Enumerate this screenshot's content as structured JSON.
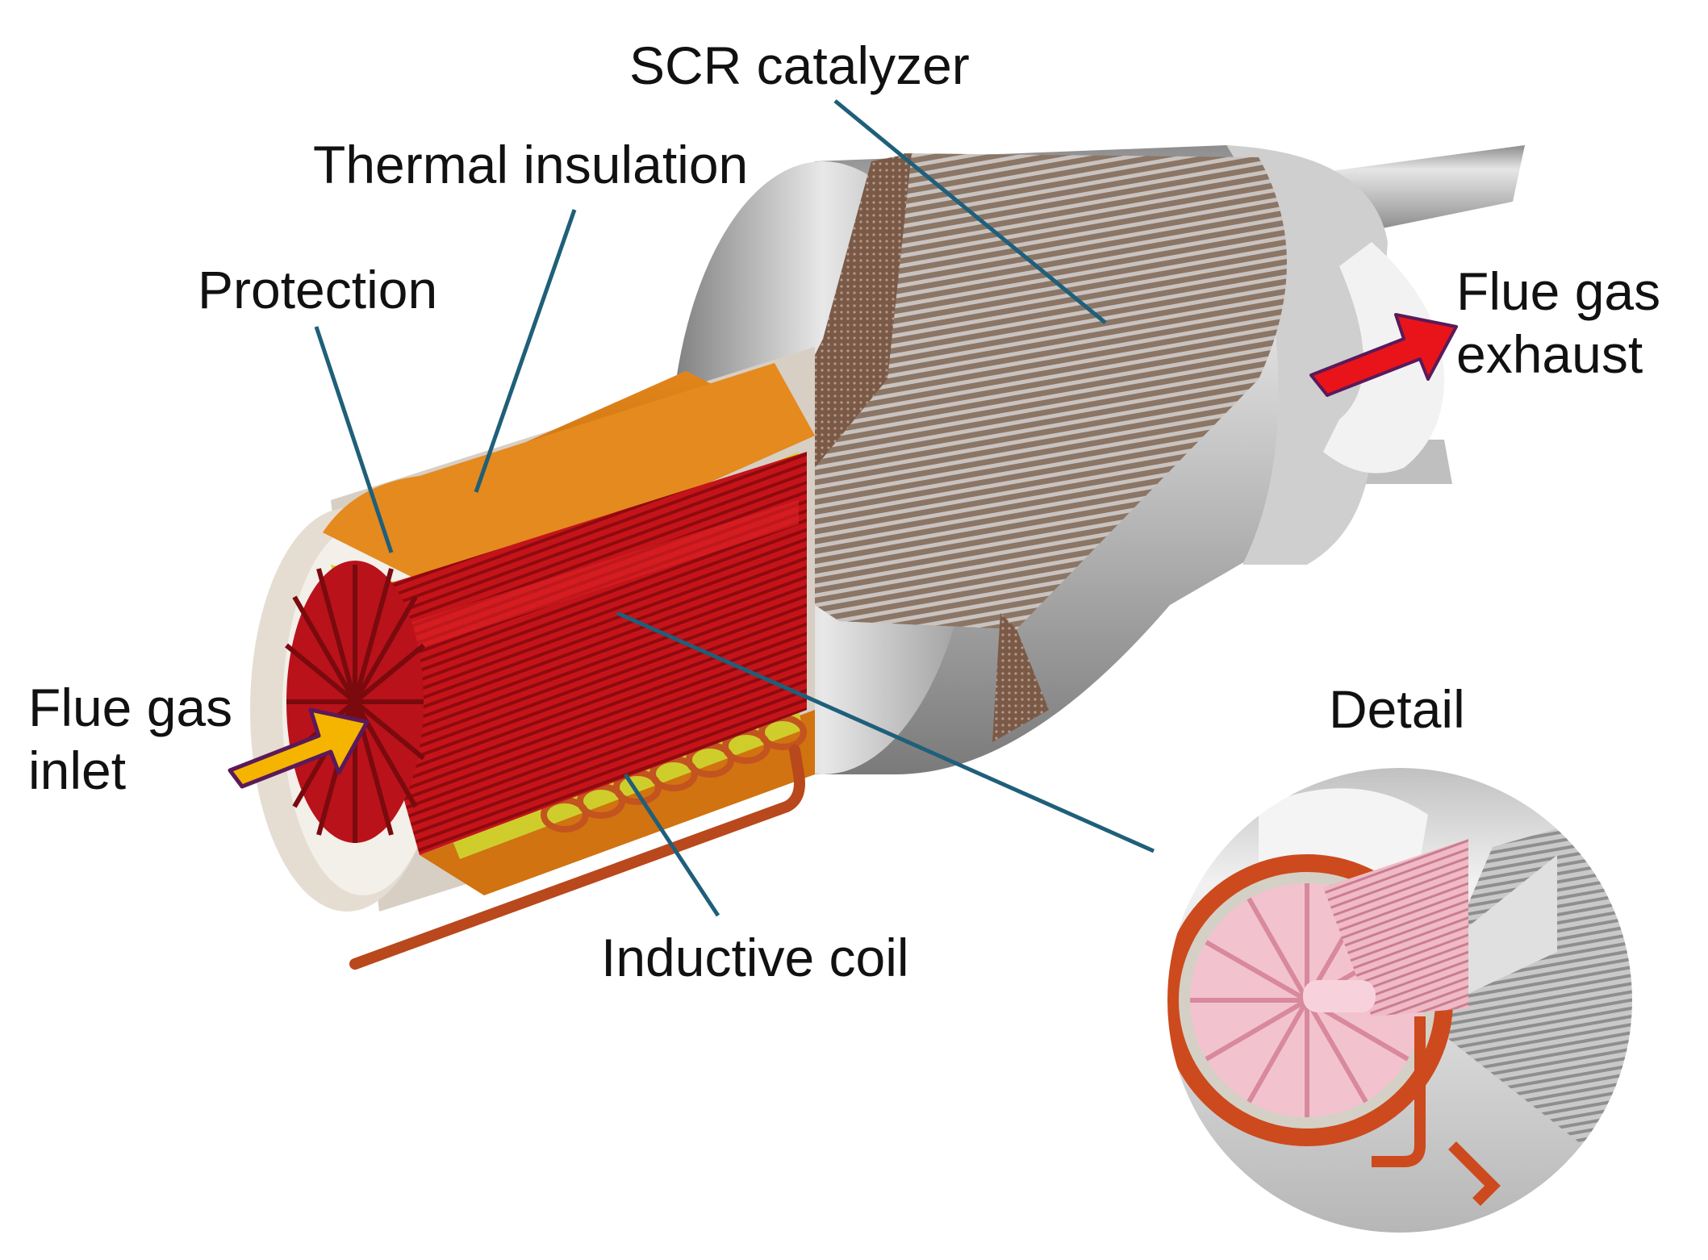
{
  "labels": {
    "scr_catalyzer": "SCR catalyzer",
    "thermal_insulation": "Thermal insulation",
    "protection": "Protection",
    "flue_gas_exhaust_line1": "Flue gas",
    "flue_gas_exhaust_line2": "exhaust",
    "flue_gas_inlet_line1": "Flue gas",
    "flue_gas_inlet_line2": "inlet",
    "detail": "Detail",
    "inductive_coil": "Inductive coil"
  },
  "colors": {
    "leader_line": "#1f5f7a",
    "housing_steel": "#b8b8b8",
    "insulation_orange": "#d9770f",
    "protection_yellow": "#d9d92a",
    "heater_red": "#c8141a",
    "coil_copper": "#c3531f",
    "catalyst_brown": "#8a6a58",
    "inlet_arrow": "#f5b400",
    "exhaust_arrow": "#e8141a",
    "arrow_outline": "#5a1a5a"
  }
}
